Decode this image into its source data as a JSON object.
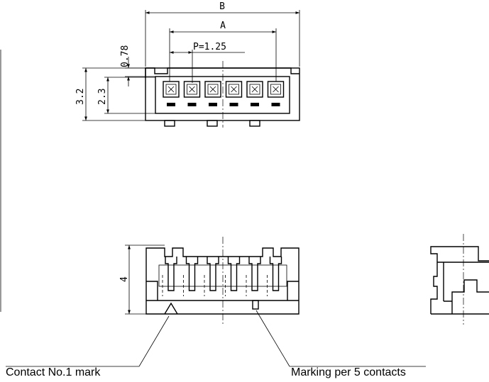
{
  "dimensions": {
    "overall_width": "B",
    "contact_span": "A",
    "pitch": "P=1.25",
    "top_offset": "0.78",
    "overall_height": "3.2",
    "contact_height": "2.3",
    "front_height": "4"
  },
  "callouts": {
    "contact_mark": "Contact No.1 mark",
    "marking": "Marking per 5 contacts"
  }
}
